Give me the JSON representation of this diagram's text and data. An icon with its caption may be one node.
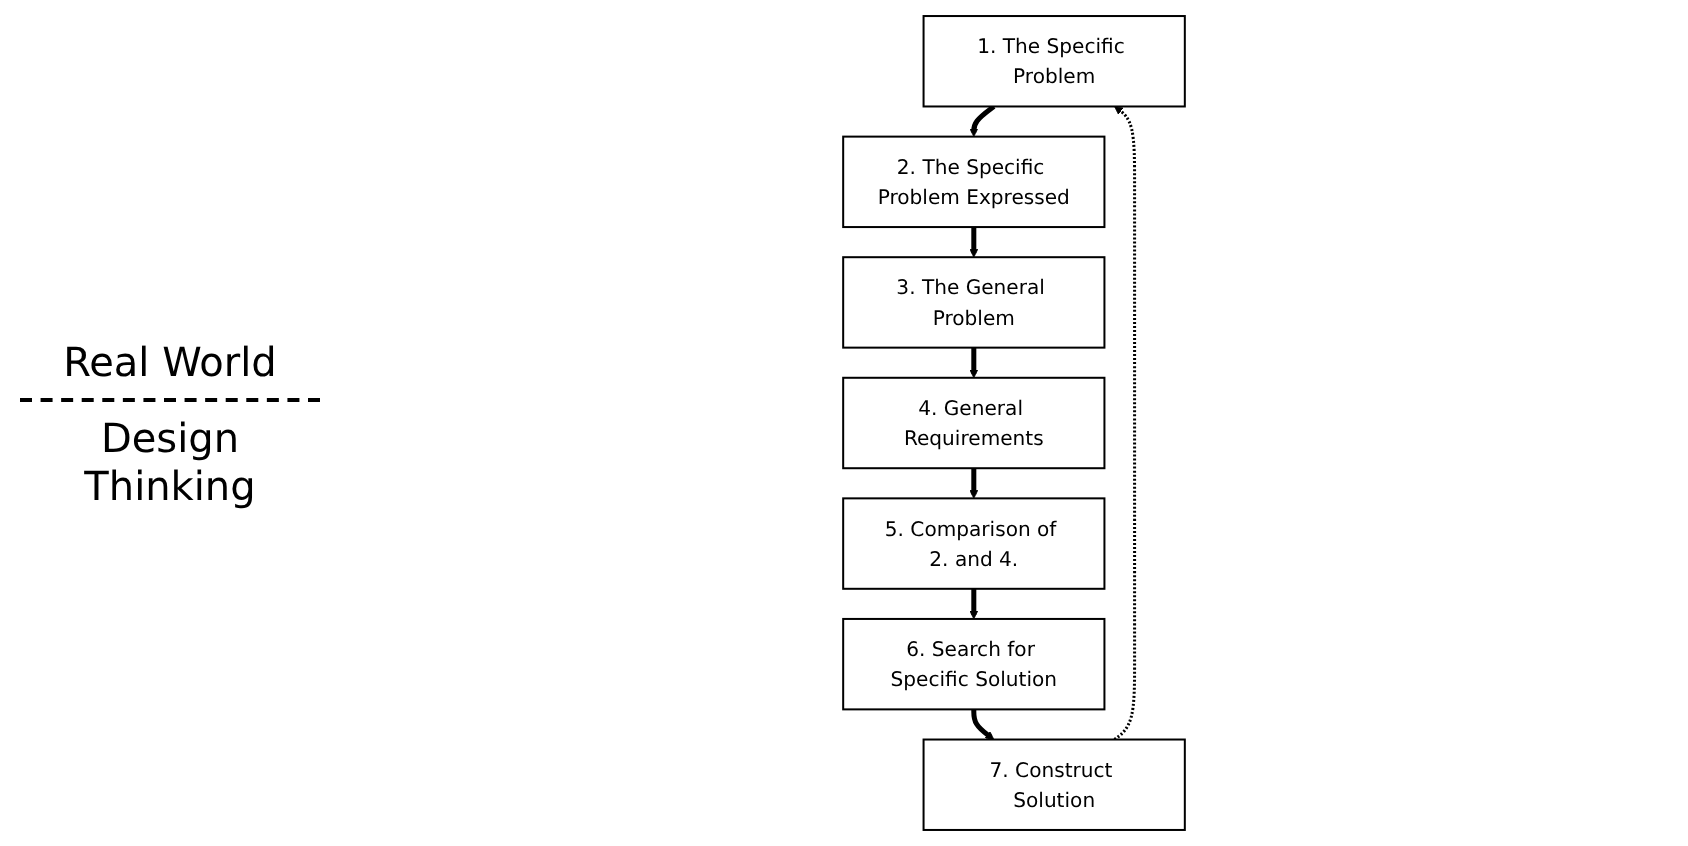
{
  "diagram": {
    "nodes": [
      {
        "text": [
          "1. The Specific Problem"
        ]
      },
      {
        "text": [
          "2. The Specific Problem Expressed"
        ]
      },
      {
        "text": [
          "3. The General Problem"
        ]
      },
      {
        "text": [
          "4. General Requirements"
        ]
      },
      {
        "text": [
          "5. Comparison of 2. and 4."
        ]
      },
      {
        "text": [
          "6. Search for Specific Solution"
        ]
      },
      {
        "text": [
          "7. Construct Solution"
        ]
      }
    ],
    "edges": [
      {
        "from": 0,
        "to": 1,
        "arrow": "to"
      },
      {
        "from": 1,
        "to": 2,
        "arrow": "to"
      },
      {
        "from": 2,
        "to": 3,
        "arrow": "to"
      },
      {
        "from": 3,
        "to": 4,
        "arrow": "to"
      },
      {
        "from": 4,
        "to": 5,
        "arrow": "to"
      },
      {
        "from": 5,
        "to": 6,
        "arrow": "to"
      },
      {
        "from": 6,
        "to": 0,
        "arrow": "to",
        "style": "dashed"
      }
    ],
    "labels": [
      "Real World",
      "Design Thinking"
    ]
  }
}
